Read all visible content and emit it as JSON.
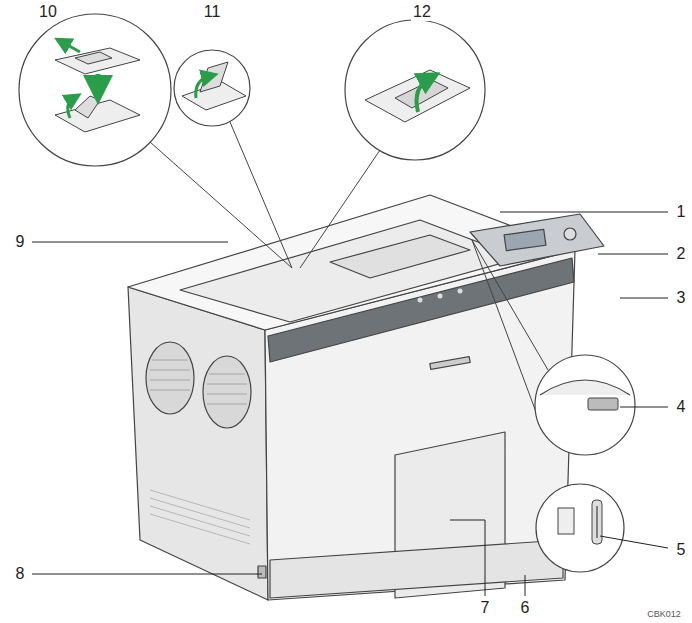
{
  "diagram": {
    "labels": [
      "10",
      "11",
      "12",
      "1",
      "9",
      "2",
      "3",
      "4",
      "5",
      "8",
      "7",
      "6",
      "CBK012"
    ]
  }
}
